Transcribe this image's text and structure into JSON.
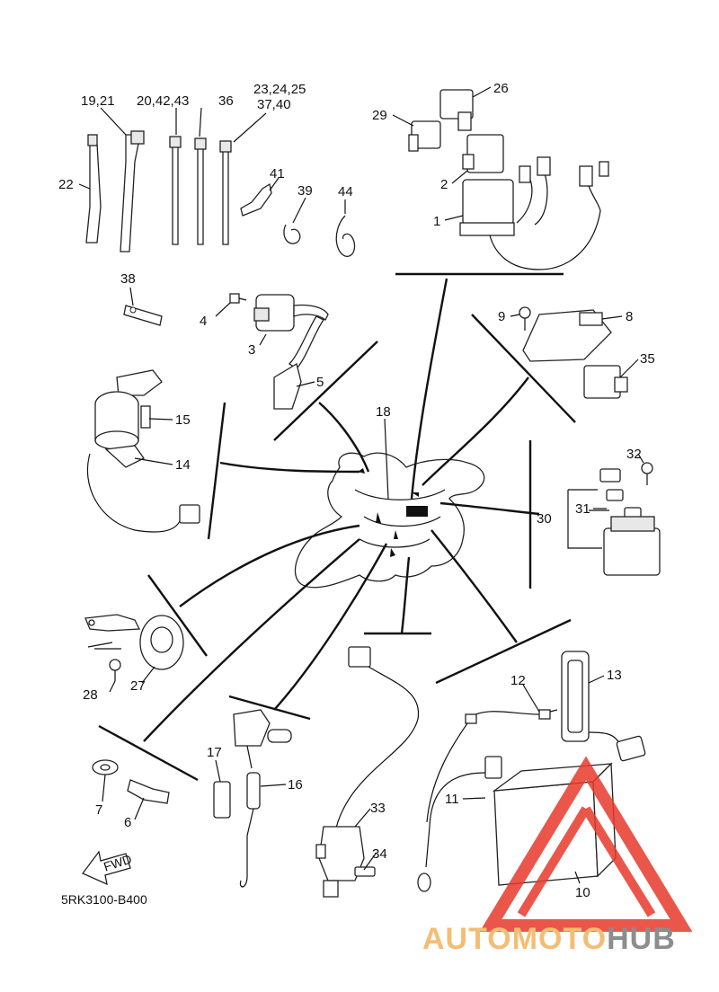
{
  "diagram": {
    "part_code": "5RK3100-B400",
    "fwd_label": "FWD",
    "colors": {
      "line": "#111111",
      "watermark_red": "#e8392c",
      "watermark_orange": "#f3b25c",
      "watermark_gray": "#7a7a7a"
    },
    "callouts": {
      "c19_21": "19,21",
      "c20_42_43": "20,42,43",
      "c36": "36",
      "c23_24_25": "23,24,25",
      "c37_40": "37,40",
      "c22": "22",
      "c41": "41",
      "c39": "39",
      "c44": "44",
      "c26": "26",
      "c29": "29",
      "c2": "2",
      "c1": "1",
      "c38": "38",
      "c4": "4",
      "c3": "3",
      "c5": "5",
      "c9": "9",
      "c8": "8",
      "c35": "35",
      "c15": "15",
      "c14": "14",
      "c18": "18",
      "c32": "32",
      "c31": "31",
      "c30": "30",
      "c28": "28",
      "c27": "27",
      "c12": "12",
      "c13": "13",
      "c17": "17",
      "c16": "16",
      "c7": "7",
      "c6": "6",
      "c11": "11",
      "c33": "33",
      "c34": "34",
      "c10": "10"
    }
  },
  "watermark": {
    "brand_auto": "AUTO",
    "brand_moto": "MOTO",
    "brand_hub": "HUB"
  }
}
